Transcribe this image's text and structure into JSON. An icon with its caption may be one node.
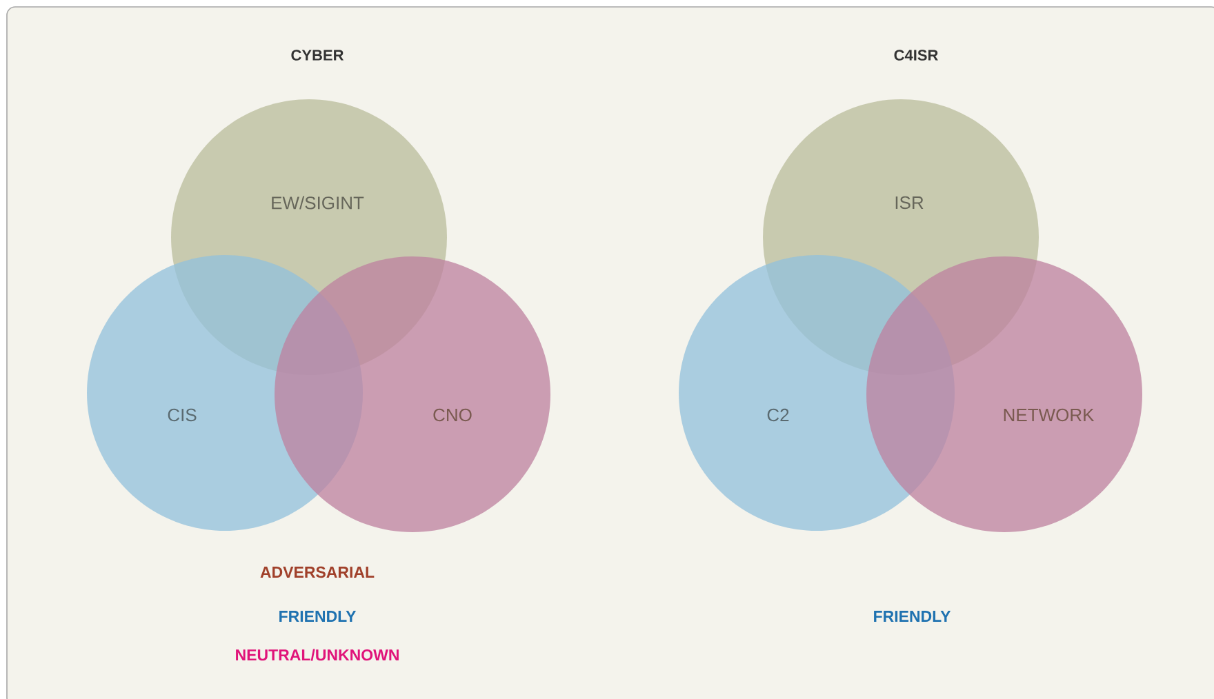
{
  "diagram": {
    "nodes": [
      {
        "text": [
          "EW/SIGINT"
        ]
      },
      {
        "text": [
          "CIS"
        ]
      },
      {
        "text": [
          "CNO"
        ]
      },
      {
        "text": [
          "ISR"
        ]
      },
      {
        "text": [
          "C2"
        ]
      },
      {
        "text": [
          "NETWORK"
        ]
      }
    ],
    "labels": [
      "CYBER",
      "C4ISR",
      "ADVERSARIAL",
      "FRIENDLY",
      "NEUTRAL/UNKNOWN",
      "FRIENDLY"
    ]
  }
}
